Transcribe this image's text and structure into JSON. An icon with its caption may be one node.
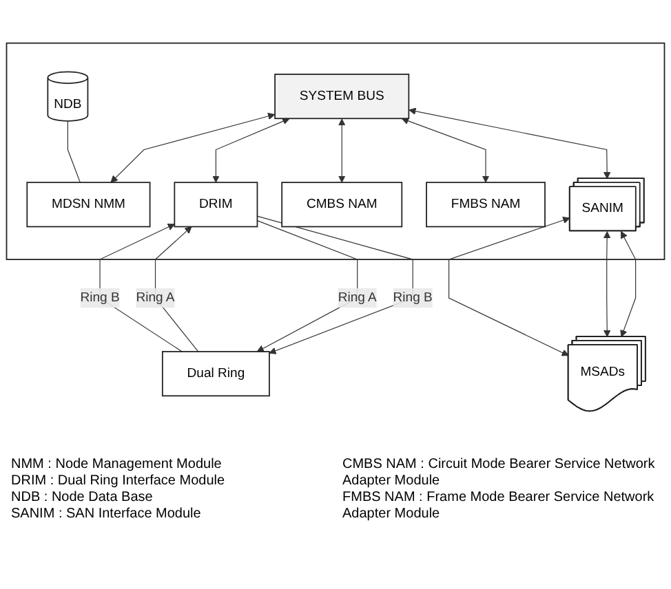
{
  "diagram": {
    "nodes": [
      {
        "text": [],
        "shape": "box"
      },
      {
        "text": [
          "SYSTEM BUS"
        ],
        "in": 0
      },
      {
        "text": [
          "NDB"
        ],
        "in": 0
      },
      {
        "text": [
          "MDSN NMM"
        ],
        "in": 0
      },
      {
        "text": [
          "DRIM"
        ],
        "in": 0
      },
      {
        "text": [
          "CMBS NAM"
        ],
        "in": 0
      },
      {
        "text": [
          "FMBS NAM"
        ],
        "in": 0
      },
      {
        "text": [
          "SANIM"
        ],
        "in": 0
      },
      {
        "text": [
          "Dual Ring"
        ]
      },
      {
        "text": [
          "MSADs"
        ]
      }
    ],
    "edges": [
      {
        "from": 1,
        "to": 3,
        "arrow": "both"
      },
      {
        "from": 1,
        "to": 4,
        "arrow": "both"
      },
      {
        "from": 1,
        "to": 5,
        "arrow": "both"
      },
      {
        "from": 1,
        "to": 6,
        "arrow": "both"
      },
      {
        "from": 1,
        "to": 7,
        "arrow": "both"
      },
      {
        "from": 2,
        "to": 3,
        "arrow": "none"
      },
      {
        "from": 8,
        "to": 4,
        "arrow": "to",
        "label": "Ring A"
      },
      {
        "from": 4,
        "to": 8,
        "arrow": "to",
        "label": "Ring B"
      },
      {
        "from": 4,
        "to": 8,
        "arrow": "to",
        "label": "Ring A"
      },
      {
        "from": 8,
        "to": 4,
        "arrow": "to",
        "label": "Ring B"
      },
      {
        "from": 7,
        "to": 9,
        "arrow": "both"
      },
      {
        "from": 7,
        "to": 9,
        "arrow": "both"
      },
      {
        "from": 7,
        "to": 9,
        "arrow": "both"
      }
    ],
    "labels": [
      "NMM : Node Management Module",
      "DRIM : Dual Ring Interface Module",
      "NDB : Node Data Base",
      "SANIM : SAN Interface Module",
      "CMBS NAM : Circuit Mode Bearer Service Network Adapter Module",
      "FMBS NAM : Frame Mode Bearer Service Network Adapter Module"
    ]
  }
}
